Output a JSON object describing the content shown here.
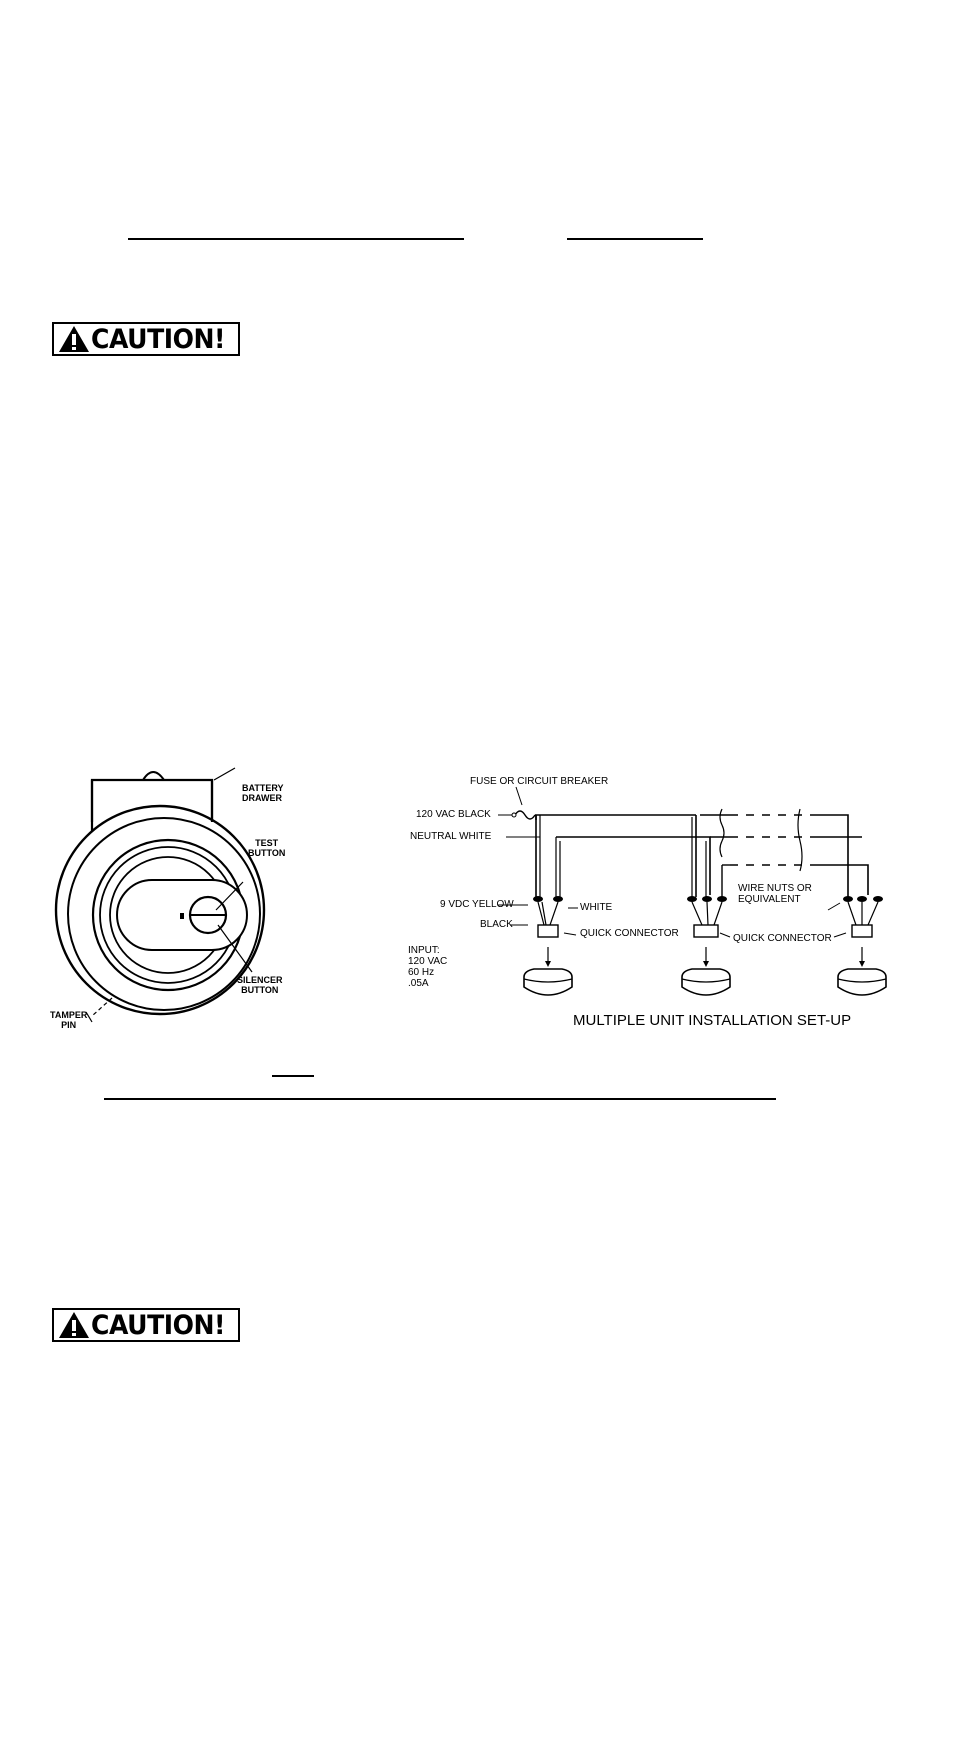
{
  "caution_labels": [
    "CAUTION!",
    "CAUTION!"
  ],
  "detector_figure": {
    "battery_drawer": [
      "BATTERY",
      "DRAWER"
    ],
    "test_button": [
      "TEST",
      "BUTTON"
    ],
    "silencer_button": [
      "SILENCER",
      "BUTTON"
    ],
    "tamper_pin": [
      "TAMPER",
      "PIN"
    ]
  },
  "wiring_figure": {
    "fuse": "FUSE OR CIRCUIT BREAKER",
    "vac_black": "120 VAC BLACK",
    "neutral_white": "NEUTRAL WHITE",
    "yellow": "9 VDC YELLOW",
    "white": "WHITE",
    "black": "BLACK",
    "quick_connector_1": "QUICK CONNECTOR",
    "quick_connector_2": "QUICK CONNECTOR",
    "wire_nuts": [
      "WIRE NUTS OR",
      "EQUIVALENT"
    ],
    "input": [
      "INPUT:",
      "120 VAC",
      "60 Hz",
      ".05A"
    ],
    "caption": "MULTIPLE UNIT INSTALLATION SET-UP"
  }
}
